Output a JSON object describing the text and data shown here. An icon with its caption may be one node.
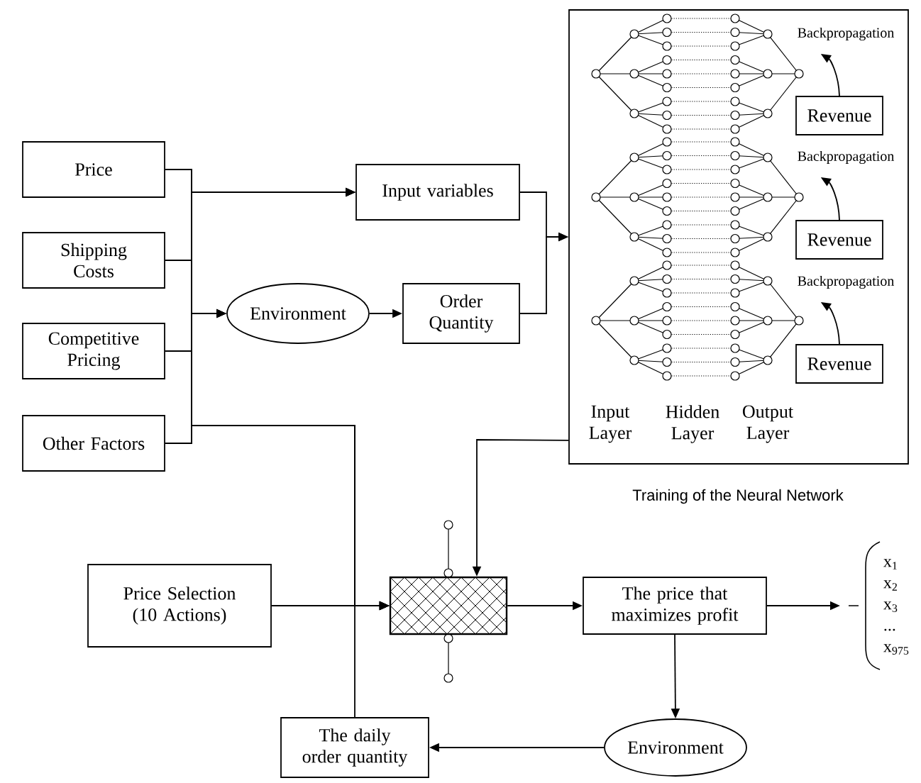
{
  "diagram": {
    "nodes": [
      {
        "text": [
          "Price"
        ]
      },
      {
        "text": [
          "Shipping Costs"
        ]
      },
      {
        "text": [
          "Competitive Pricing"
        ]
      },
      {
        "text": [
          "Other Factors"
        ]
      },
      {
        "text": [
          "Input variables"
        ]
      },
      {
        "text": [
          "Environment"
        ]
      },
      {
        "text": [
          "Order Quantity"
        ]
      },
      {
        "text": [
          "Input Layer",
          "Hidden Layer",
          "Output Layer"
        ],
        "beside": [
          "Training of the Neural Network"
        ]
      },
      {
        "text": [
          "Backpropagation"
        ],
        "in": 7
      },
      {
        "text": [
          "Revenue"
        ],
        "in": 7
      },
      {
        "text": [
          "Backpropagation"
        ],
        "in": 7
      },
      {
        "text": [
          "Revenue"
        ],
        "in": 7
      },
      {
        "text": [
          "Backpropagation"
        ],
        "in": 7
      },
      {
        "text": [
          "Revenue"
        ],
        "in": 7
      },
      {
        "text": [
          "Price Selection (10 Actions)"
        ]
      },
      {
        "text": [],
        "shape": "box"
      },
      {
        "text": [
          "The price that maximizes profit"
        ]
      },
      {
        "text": [
          "x$_{1}$",
          "x$_{2}$",
          "x$_{3}$",
          "...",
          "x$_{975}$"
        ]
      },
      {
        "text": [
          "Environment"
        ]
      },
      {
        "text": [
          "The daily order quantity"
        ]
      }
    ],
    "edges": [
      {
        "from": 0,
        "to": 4,
        "arrow": "to"
      },
      {
        "from": 1,
        "to": 4,
        "arrow": "to"
      },
      {
        "from": 2,
        "to": 4,
        "arrow": "to"
      },
      {
        "from": 3,
        "to": 4,
        "arrow": "to"
      },
      {
        "from": 0,
        "to": 5,
        "arrow": "to"
      },
      {
        "from": 1,
        "to": 5,
        "arrow": "to"
      },
      {
        "from": 2,
        "to": 5,
        "arrow": "to"
      },
      {
        "from": 3,
        "to": 5,
        "arrow": "to"
      },
      {
        "from": 0,
        "to": 15,
        "arrow": "to"
      },
      {
        "from": 1,
        "to": 15,
        "arrow": "to"
      },
      {
        "from": 2,
        "to": 15,
        "arrow": "to"
      },
      {
        "from": 3,
        "to": 15,
        "arrow": "to"
      },
      {
        "from": 5,
        "to": 6,
        "arrow": "to"
      },
      {
        "from": 4,
        "to": 7,
        "arrow": "to"
      },
      {
        "from": 6,
        "to": 7,
        "arrow": "to"
      },
      {
        "from": 9,
        "to": 8,
        "arrow": "to"
      },
      {
        "from": 11,
        "to": 10,
        "arrow": "to"
      },
      {
        "from": 13,
        "to": 12,
        "arrow": "to"
      },
      {
        "from": 7,
        "to": 15,
        "arrow": "to"
      },
      {
        "from": 14,
        "to": 15,
        "arrow": "to"
      },
      {
        "from": 19,
        "to": 15,
        "arrow": "to"
      },
      {
        "from": 15,
        "to": 16,
        "arrow": "to"
      },
      {
        "from": 16,
        "to": 17,
        "arrow": "to"
      },
      {
        "from": 16,
        "to": 18,
        "arrow": "to"
      },
      {
        "from": 18,
        "to": 19,
        "arrow": "to"
      }
    ]
  }
}
